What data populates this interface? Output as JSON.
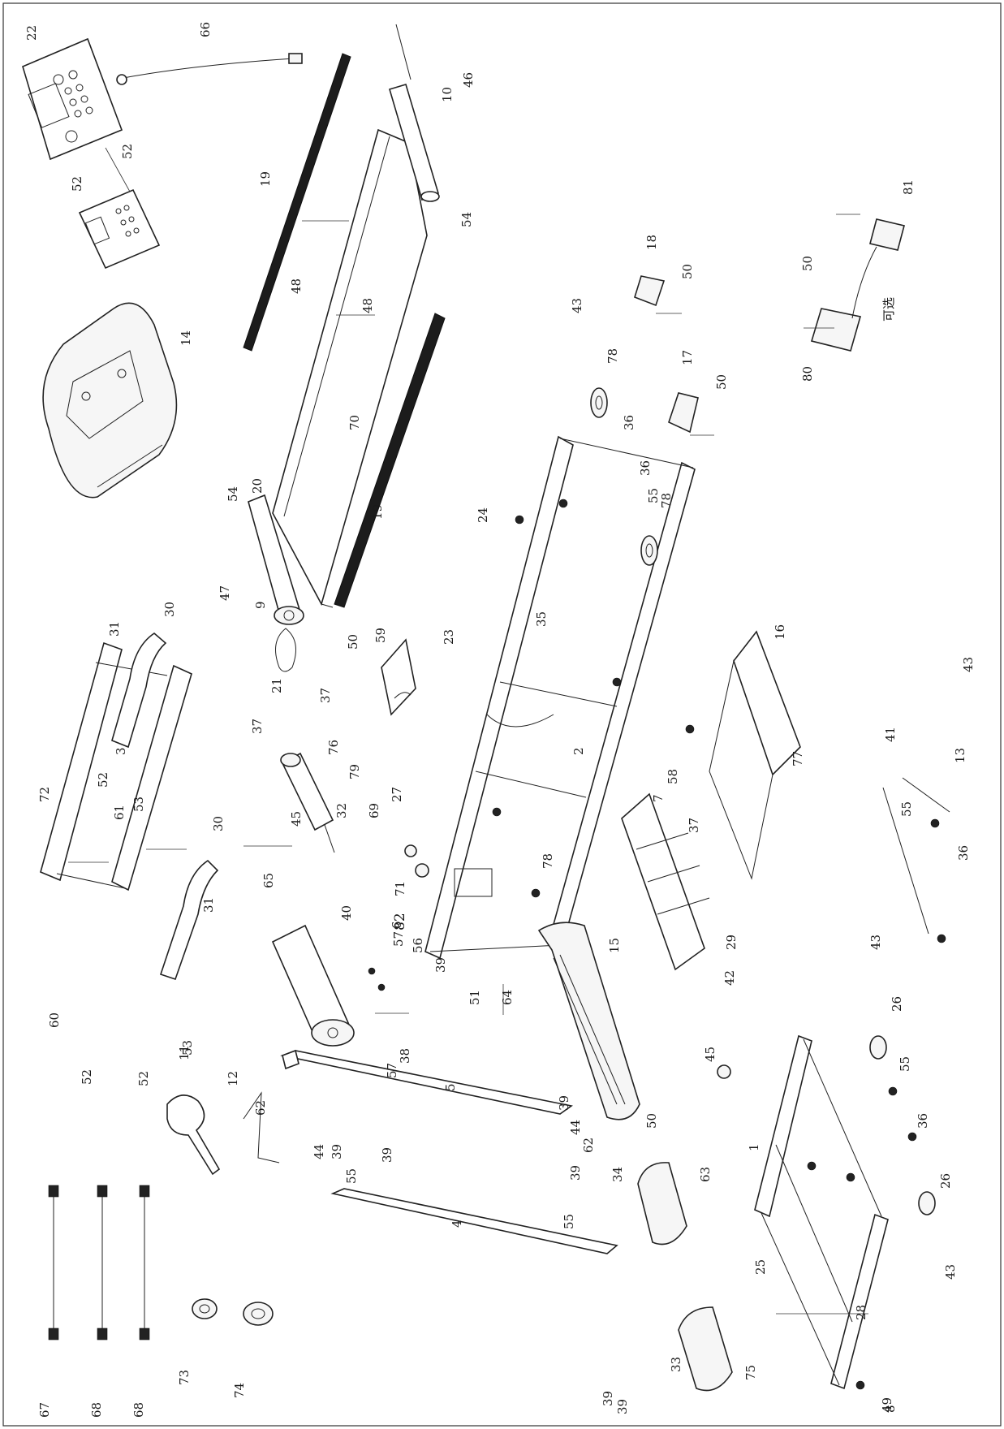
{
  "diagram": {
    "callouts": {
      "c01": "1",
      "c02": "2",
      "c03": "3",
      "c04": "4",
      "c05": "5",
      "c06": "6",
      "c07": "7",
      "c08": "8",
      "c09": "9",
      "c10": "10",
      "c11": "11",
      "c12": "12",
      "c13": "13",
      "c14": "14",
      "c15": "15",
      "c16": "16",
      "c17": "17",
      "c18": "18",
      "c19a": "19",
      "c19b": "19",
      "c20": "20",
      "c21": "21",
      "c22": "22",
      "c23": "23",
      "c24": "24",
      "c25": "25",
      "c26a": "26",
      "c26b": "26",
      "c27": "27",
      "c28": "28",
      "c29": "29",
      "c30a": "30",
      "c30b": "30",
      "c31a": "31",
      "c31b": "31",
      "c32": "32",
      "c33": "33",
      "c34": "34",
      "c35": "35",
      "c36a": "36",
      "c36b": "36",
      "c36c": "36",
      "c36d": "36",
      "c37a": "37",
      "c37b": "37",
      "c37c": "37",
      "c38": "38",
      "c39a": "39",
      "c39b": "39",
      "c39c": "39",
      "c39d": "39",
      "c39e": "39",
      "c39f": "39",
      "c39g": "39",
      "c40": "40",
      "c41": "41",
      "c42": "42",
      "c43a": "43",
      "c43b": "43",
      "c43c": "43",
      "c43d": "43",
      "c44a": "44",
      "c44b": "44",
      "c45a": "45",
      "c45b": "45",
      "c46": "46",
      "c47": "47",
      "c48a": "48",
      "c48b": "48",
      "c49": "49",
      "c50a": "50",
      "c50b": "50",
      "c50c": "50",
      "c50d": "50",
      "c50e": "50",
      "c51": "51",
      "c52a": "52",
      "c52b": "52",
      "c52c": "52",
      "c52d": "52",
      "c52e": "52",
      "c53a": "53",
      "c53b": "53",
      "c54a": "54",
      "c54b": "54",
      "c55a": "55",
      "c55b": "55",
      "c55c": "55",
      "c55d": "55",
      "c55e": "55",
      "c56": "56",
      "c57a": "57",
      "c57b": "57",
      "c58": "58",
      "c59": "59",
      "c60": "60",
      "c61": "61",
      "c62a": "62",
      "c62b": "62",
      "c63": "63",
      "c64": "64",
      "c65": "65",
      "c66": "66",
      "c67": "67",
      "c68a": "68",
      "c68b": "68",
      "c69": "69",
      "c70": "70",
      "c71": "71",
      "c72": "72",
      "c73": "73",
      "c74": "74",
      "c75": "75",
      "c76": "76",
      "c77": "77",
      "c78a": "78",
      "c78b": "78",
      "c78c": "78",
      "c79": "79",
      "c80": "80",
      "c81": "81",
      "c82": "82"
    },
    "optional_note": "可选"
  }
}
